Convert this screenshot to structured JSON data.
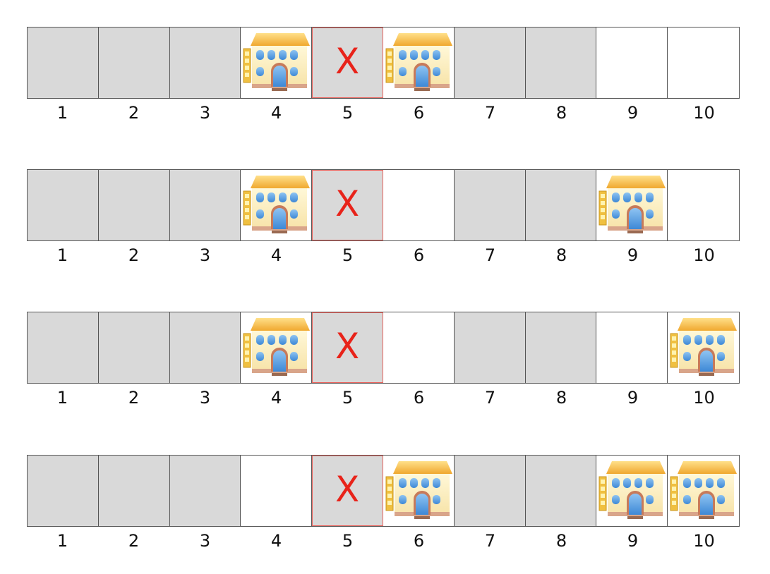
{
  "colors": {
    "occupied_cell": "#d9d9d9",
    "empty_cell": "#ffffff",
    "blocked_mark": "#e8231a",
    "cell_border": "#555555"
  },
  "blocked_mark": "X",
  "hotel_icon": "hotel-icon",
  "rows": [
    {
      "cells": [
        "gray",
        "gray",
        "gray",
        "hotel",
        "blocked",
        "hotel",
        "gray",
        "gray",
        "empty",
        "empty"
      ],
      "numbers": [
        "1",
        "2",
        "3",
        "4",
        "5",
        "6",
        "7",
        "8",
        "9",
        "10"
      ]
    },
    {
      "cells": [
        "gray",
        "gray",
        "gray",
        "hotel",
        "blocked",
        "empty",
        "gray",
        "gray",
        "hotel",
        "empty"
      ],
      "numbers": [
        "1",
        "2",
        "3",
        "4",
        "5",
        "6",
        "7",
        "8",
        "9",
        "10"
      ]
    },
    {
      "cells": [
        "gray",
        "gray",
        "gray",
        "hotel",
        "blocked",
        "empty",
        "gray",
        "gray",
        "empty",
        "hotel"
      ],
      "numbers": [
        "1",
        "2",
        "3",
        "4",
        "5",
        "6",
        "7",
        "8",
        "9",
        "10"
      ]
    },
    {
      "cells": [
        "gray",
        "gray",
        "gray",
        "empty",
        "blocked",
        "hotel",
        "gray",
        "gray",
        "hotel",
        "hotel"
      ],
      "numbers": [
        "1",
        "2",
        "3",
        "4",
        "5",
        "6",
        "7",
        "8",
        "9",
        "10"
      ]
    }
  ]
}
